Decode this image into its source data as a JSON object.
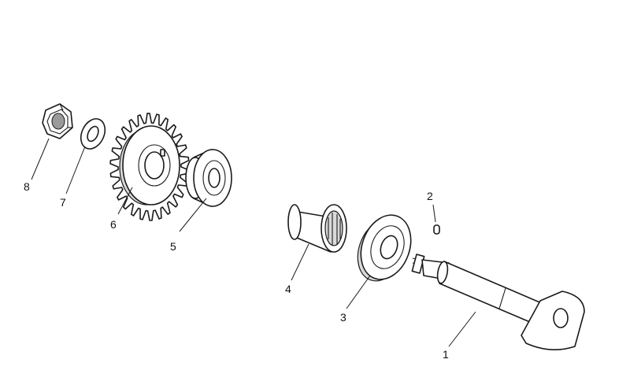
{
  "callouts": {
    "p1": "1",
    "p2": "2",
    "p3": "3",
    "p4": "4",
    "p5": "5",
    "p6": "6",
    "p7": "7",
    "p8": "8"
  },
  "colors": {
    "line": "#1a1a1a",
    "background": "#ffffff",
    "shade": "#d9d9d9"
  }
}
